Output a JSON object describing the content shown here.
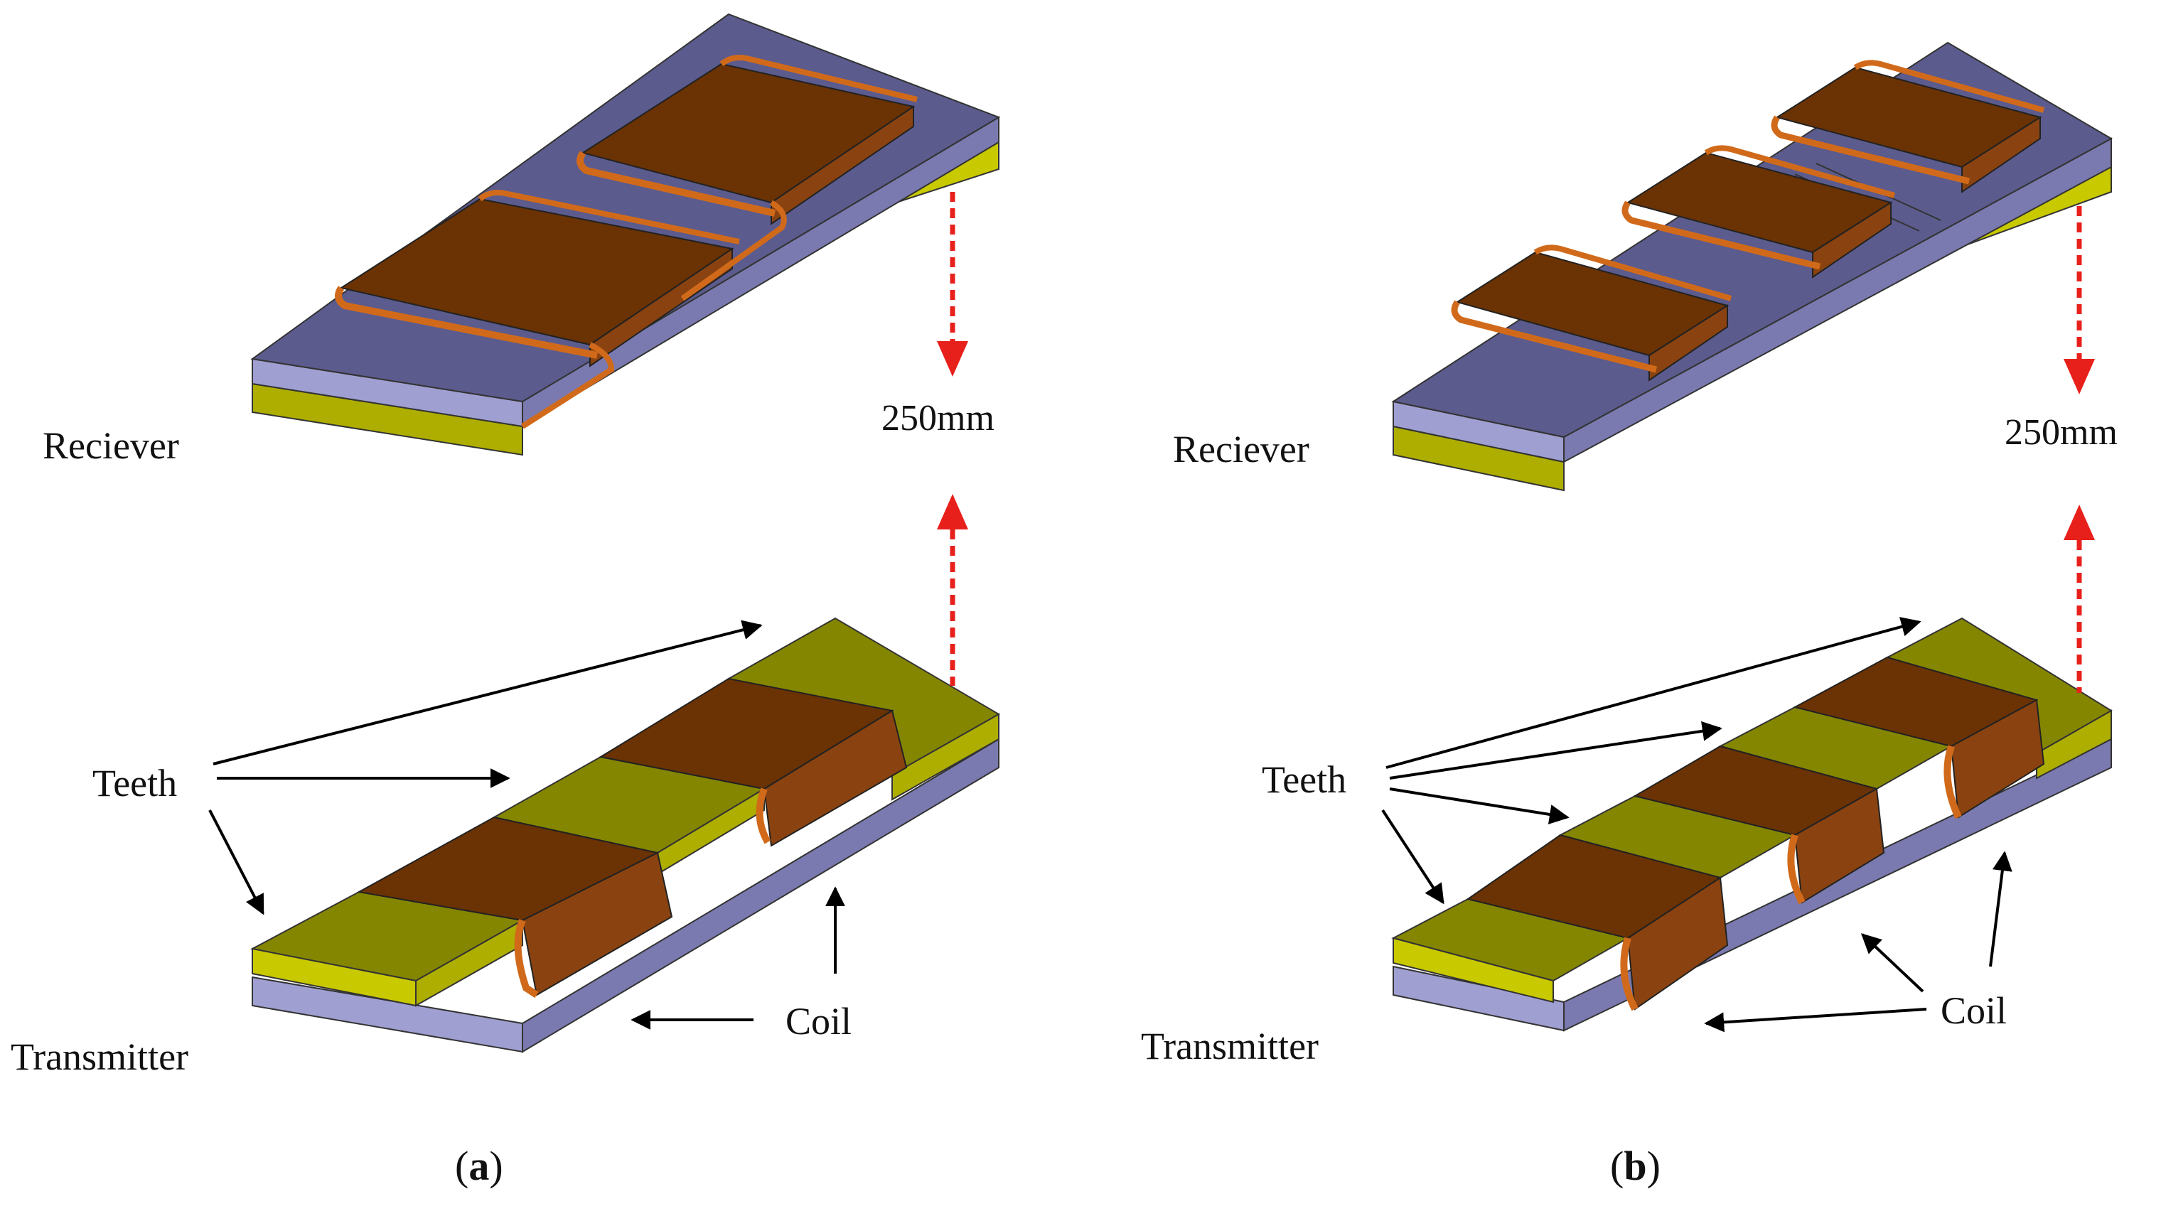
{
  "panels": [
    {
      "id": "a",
      "caption": "a",
      "receiver_label": "Reciever",
      "transmitter_label": "Transmitter",
      "gap_label": "250mm",
      "teeth_label": "Teeth",
      "coil_label": "Coil"
    },
    {
      "id": "b",
      "caption": "b",
      "receiver_label": "Reciever",
      "transmitter_label": "Transmitter",
      "gap_label": "250mm",
      "teeth_label": "Teeth",
      "coil_label": "Coil"
    }
  ],
  "colors": {
    "tooth_top": "#858600",
    "tooth_side": "#c9c900",
    "tooth_front": "#aeae00",
    "yoke_top": "#5b5b8e",
    "yoke_side": "#9f9fd2",
    "yoke_front": "#7a7ab0",
    "coil_top": "#6b3203",
    "coil_edge": "#d06a1a",
    "coil_front": "#8a4310",
    "arrow_gap": "#e8201c",
    "arrow": "#000000"
  }
}
